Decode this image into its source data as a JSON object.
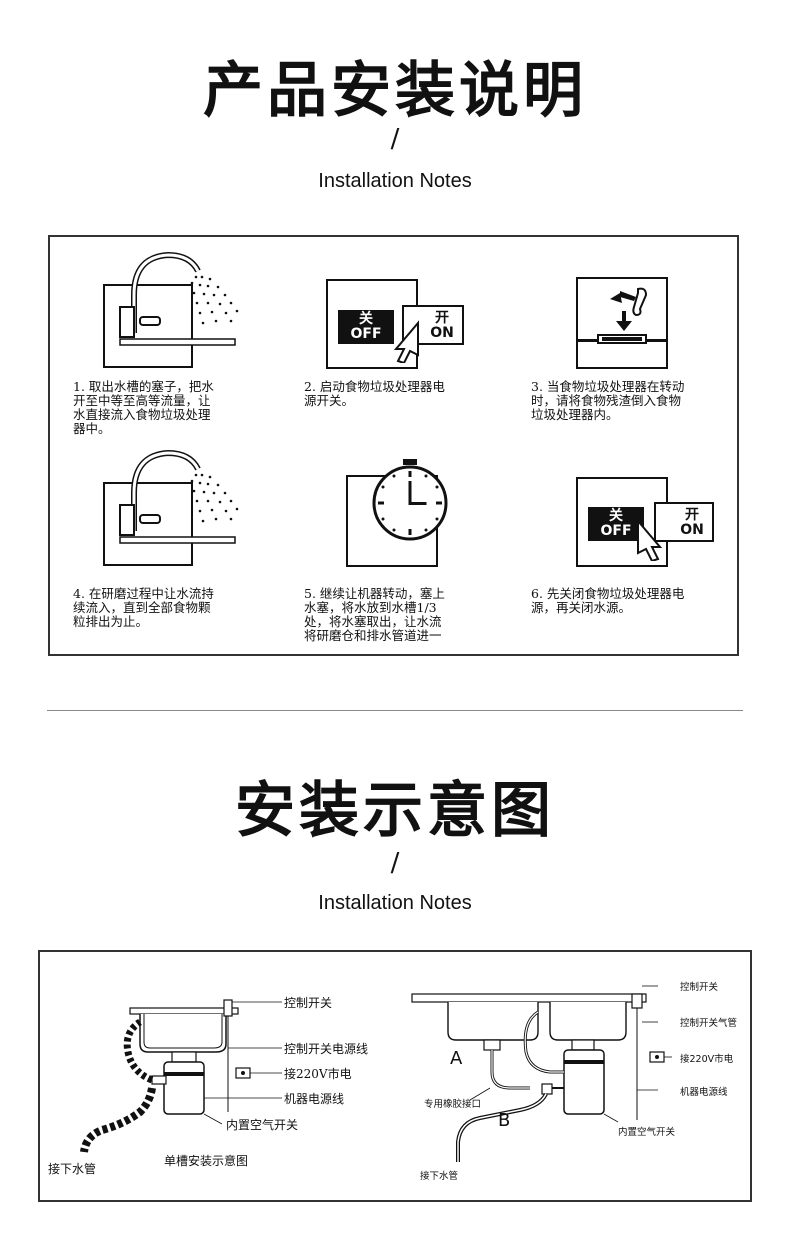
{
  "section1": {
    "title": "产品安装说明",
    "slash": "/",
    "subtitle": "Installation Notes",
    "steps": [
      {
        "text": "1. 取出水槽的塞子，把水\n开至中等至高等流量，让\n水直接流入食物垃圾处理\n器中。"
      },
      {
        "text": "2. 启动食物垃圾处理器电\n源开关。"
      },
      {
        "text": "3. 当食物垃圾处理器在转动\n时，请将食物残渣倒入食物\n垃圾处理器内。"
      },
      {
        "text": "4. 在研磨过程中让水流持\n续流入，直到全部食物颗\n粒排出为止。"
      },
      {
        "text": "5. 继续让机器转动，塞上\n水塞，将水放到水槽1/3\n处，将水塞取出，让水流\n将研磨仓和排水管道进一"
      },
      {
        "text": "6. 先关闭食物垃圾处理器电\n源，再关闭水源。"
      }
    ],
    "switch": {
      "off_cn": "关",
      "off_en": "OFF",
      "on_cn": "开",
      "on_en": "ON"
    }
  },
  "section2": {
    "title": "安装示意图",
    "slash": "/",
    "subtitle": "Installation Notes",
    "left_diagram": {
      "labels": {
        "switch": "控制开关",
        "switch_power": "控制开关电源线",
        "mains": "接220V市电",
        "machine_power": "机器电源线",
        "air_switch": "内置空气开关",
        "drain": "接下水管",
        "caption": "单槽安装示意图"
      }
    },
    "right_diagram": {
      "labels": {
        "switch": "控制开关",
        "air_tube": "控制开关气管",
        "mains": "接220V市电",
        "machine_power": "机器电源线",
        "air_switch": "内置空气开关",
        "rubber": "专用橡胶接口",
        "drain": "接下水管",
        "a": "A",
        "b": "B"
      }
    }
  }
}
